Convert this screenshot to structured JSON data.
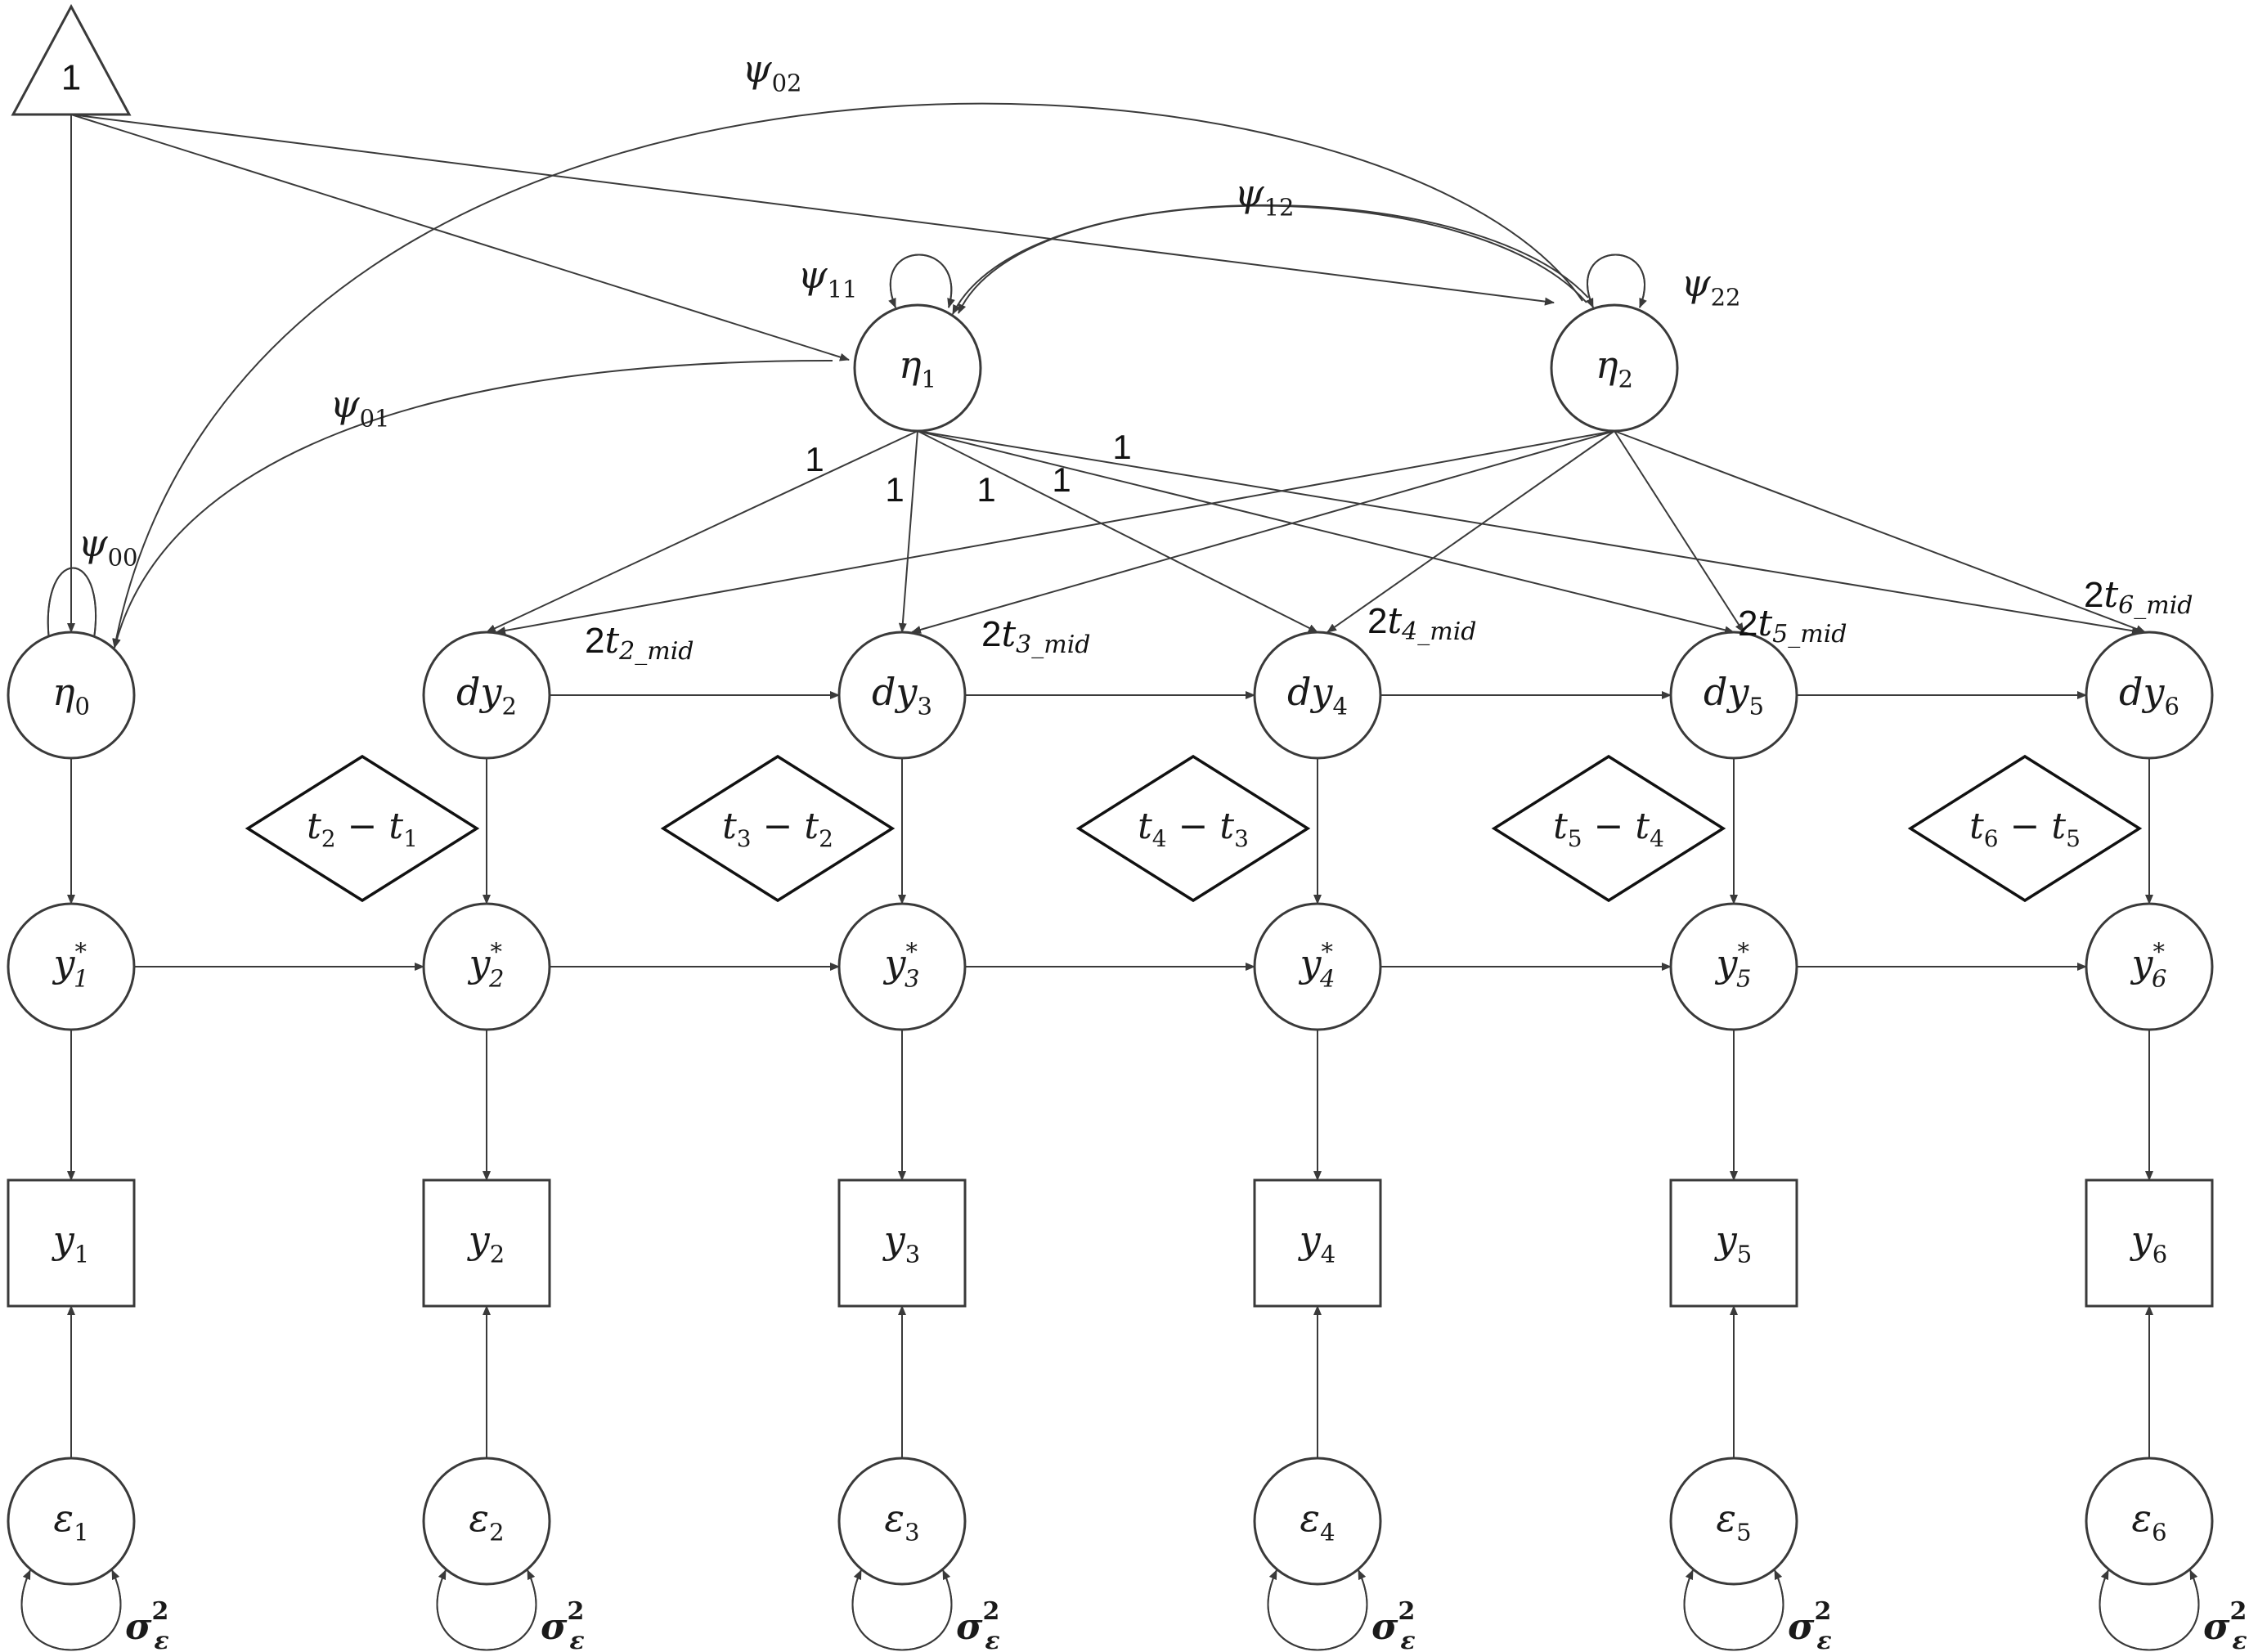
{
  "intercept": {
    "label": "1"
  },
  "latent_growth": {
    "eta0": {
      "base": "η",
      "sub": "0"
    },
    "eta1": {
      "base": "η",
      "sub": "1"
    },
    "eta2": {
      "base": "η",
      "sub": "2"
    }
  },
  "covariances": {
    "psi00": {
      "base": "ψ",
      "sub": "00"
    },
    "psi01": {
      "base": "ψ",
      "sub": "01"
    },
    "psi02": {
      "base": "ψ",
      "sub": "02"
    },
    "psi11": {
      "base": "ψ",
      "sub": "11"
    },
    "psi12": {
      "base": "ψ",
      "sub": "12"
    },
    "psi22": {
      "base": "ψ",
      "sub": "22"
    }
  },
  "eta1_loadings": [
    "1",
    "1",
    "1",
    "1",
    "1"
  ],
  "eta2_loadings": [
    {
      "pre": "2t",
      "sub": "2_mid"
    },
    {
      "pre": "2t",
      "sub": "3_mid"
    },
    {
      "pre": "2t",
      "sub": "4_mid"
    },
    {
      "pre": "2t",
      "sub": "5_mid"
    },
    {
      "pre": "2t",
      "sub": "6_mid"
    }
  ],
  "rate_nodes": [
    {
      "base": "dy",
      "sub": "2"
    },
    {
      "base": "dy",
      "sub": "3"
    },
    {
      "base": "dy",
      "sub": "4"
    },
    {
      "base": "dy",
      "sub": "5"
    },
    {
      "base": "dy",
      "sub": "6"
    }
  ],
  "interval_diamonds": [
    {
      "a": "t",
      "a_sub": "2",
      "op": "−",
      "b": "t",
      "b_sub": "1"
    },
    {
      "a": "t",
      "a_sub": "3",
      "op": "−",
      "b": "t",
      "b_sub": "2"
    },
    {
      "a": "t",
      "a_sub": "4",
      "op": "−",
      "b": "t",
      "b_sub": "3"
    },
    {
      "a": "t",
      "a_sub": "5",
      "op": "−",
      "b": "t",
      "b_sub": "4"
    },
    {
      "a": "t",
      "a_sub": "6",
      "op": "−",
      "b": "t",
      "b_sub": "5"
    }
  ],
  "true_scores": [
    {
      "base": "y",
      "sub": "1",
      "sup": "*"
    },
    {
      "base": "y",
      "sub": "2",
      "sup": "*"
    },
    {
      "base": "y",
      "sub": "3",
      "sup": "*"
    },
    {
      "base": "y",
      "sub": "4",
      "sup": "*"
    },
    {
      "base": "y",
      "sub": "5",
      "sup": "*"
    },
    {
      "base": "y",
      "sub": "6",
      "sup": "*"
    }
  ],
  "observed": [
    {
      "base": "y",
      "sub": "1"
    },
    {
      "base": "y",
      "sub": "2"
    },
    {
      "base": "y",
      "sub": "3"
    },
    {
      "base": "y",
      "sub": "4"
    },
    {
      "base": "y",
      "sub": "5"
    },
    {
      "base": "y",
      "sub": "6"
    }
  ],
  "residuals": [
    {
      "base": "ε",
      "sub": "1"
    },
    {
      "base": "ε",
      "sub": "2"
    },
    {
      "base": "ε",
      "sub": "3"
    },
    {
      "base": "ε",
      "sub": "4"
    },
    {
      "base": "ε",
      "sub": "5"
    },
    {
      "base": "ε",
      "sub": "6"
    }
  ],
  "residual_variance": {
    "base": "σ",
    "sup": "2",
    "sub": "ε"
  }
}
